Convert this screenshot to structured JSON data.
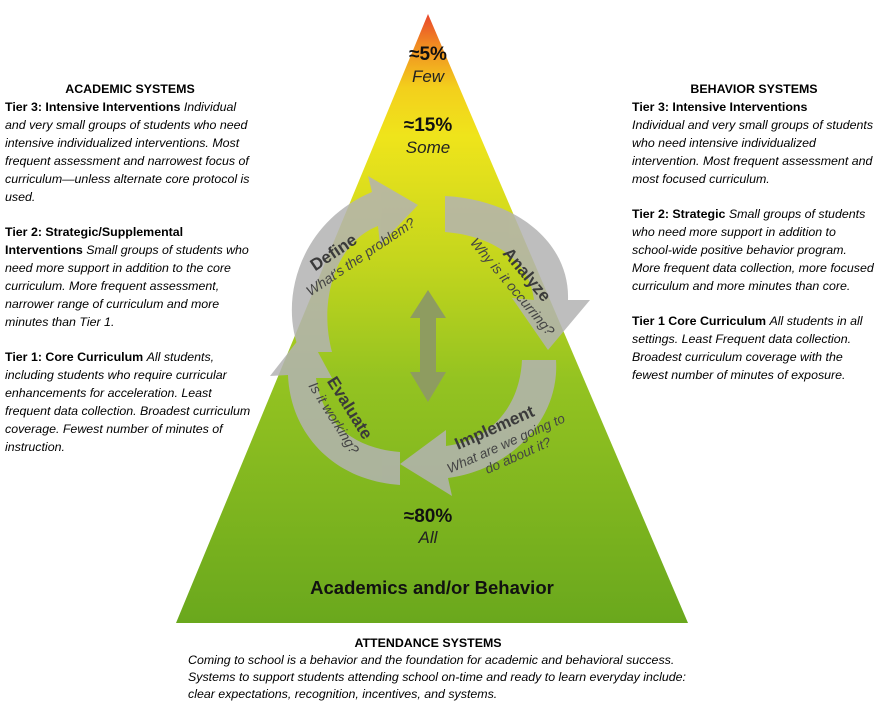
{
  "pyramid": {
    "tier3_percent": "≈5%",
    "tier3_label": "Few",
    "tier2_percent": "≈15%",
    "tier2_label": "Some",
    "tier1_percent": "≈80%",
    "tier1_label": "All",
    "base_label": "Academics and/or Behavior"
  },
  "cycle": {
    "define": "Define",
    "define_question": "What's the problem?",
    "analyze": "Analyze",
    "analyze_question": "Why is it occurring?",
    "implement": "Implement",
    "implement_question_1": "What are we going to",
    "implement_question_2": "do about it?",
    "evaluate": "Evaluate",
    "evaluate_question": "Is it working?"
  },
  "academic": {
    "heading": "ACADEMIC SYSTEMS",
    "tier3_title": "Tier 3:  Intensive Interventions",
    "tier3_text": "Individual and very small groups of students who need intensive individualized interventions.  Most frequent assessment and narrowest focus of curriculum—unless alternate core protocol is used.",
    "tier2_title": "Tier 2:  Strategic/Supplemental Interventions",
    "tier2_text": "Small groups of students who need more support in addition to the core curriculum.  More frequent assessment, narrower range of curriculum and more minutes than Tier 1.",
    "tier1_title": "Tier 1: Core Curriculum",
    "tier1_text": "All students, including students who require curricular enhancements for acceleration. Least frequent data collection.  Broadest curriculum coverage.  Fewest number of minutes of instruction."
  },
  "behavior": {
    "heading": "BEHAVIOR SYSTEMS",
    "tier3_title": "Tier 3:  Intensive Interventions",
    "tier3_text": "Individual and very small groups of students who need intensive individualized intervention.  Most frequent assessment and most focused curriculum.",
    "tier2_title": "Tier 2: Strategic",
    "tier2_text": "Small groups of students who need more support in addition to school-wide positive behavior program. More frequent data collection, more focused curriculum and more minutes than core.",
    "tier1_title": "Tier 1 Core Curriculum",
    "tier1_text": "All students in all settings.  Least Frequent data collection. Broadest curriculum coverage with the fewest number of minutes of exposure."
  },
  "attendance": {
    "heading": "ATTENDANCE SYSTEMS",
    "text": "Coming to school is  a behavior and the foundation for academic and behavioral success.  Systems to support students attending school on-time and ready to learn everyday include: clear expectations, recognition, incentives, and systems."
  },
  "colors": {
    "apex": "#e8502a",
    "yellow": "#f1e41a",
    "green": "#7cb624",
    "base_green": "#69a81e",
    "arrow_gray": "#b5b5b5",
    "center_arrow": "#8f9b63"
  }
}
